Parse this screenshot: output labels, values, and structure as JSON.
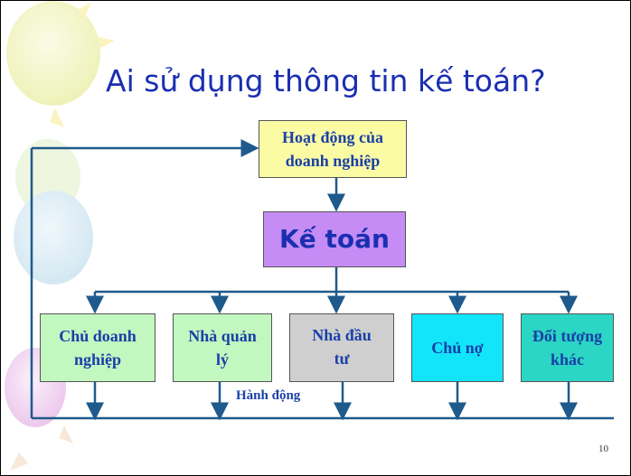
{
  "slide": {
    "title": "Ai sử dụng thông tin kế toán?",
    "page_number": "10"
  },
  "diagram": {
    "top_box": "Hoạt động của\ndoanh nghiệp",
    "center_box": "Kế toán",
    "users": [
      {
        "label": "Chủ doanh\nnghiệp",
        "color": "#c2f7bf"
      },
      {
        "label": "Nhà quản\nlý",
        "color": "#c2f7bf"
      },
      {
        "label": "Nhà đầu\ntư",
        "color": "#cfcfcf"
      },
      {
        "label": "Chủ nợ",
        "color": "#12e4fa"
      },
      {
        "label": "Đối tượng\nkhác",
        "color": "#2bd6c4"
      }
    ],
    "action_label": "Hành động",
    "line_color": "#1f5a8c",
    "text_color": "#1a3fa8"
  }
}
